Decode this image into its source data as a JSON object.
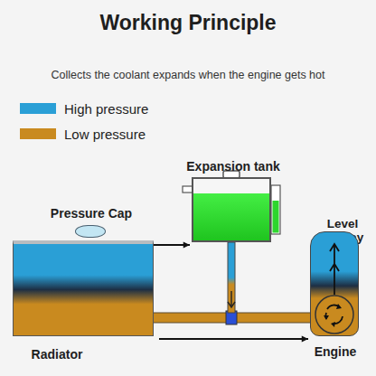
{
  "diagram": {
    "title": "Working Principle",
    "nodes": [
      {
        "text": [
          "Pressure Cap"
        ]
      },
      {
        "text": [
          "Expansion tank"
        ]
      },
      {
        "text": [
          "Radiator"
        ]
      },
      {
        "text": [
          "Engine"
        ]
      }
    ],
    "edges": [
      {
        "from": 0,
        "to": 1,
        "arrow": "to"
      },
      {
        "from": 2,
        "to": 3,
        "arrow": "to"
      }
    ],
    "labels": [
      "Collects the coolant expands when the engine gets hot",
      "Level display"
    ],
    "legend": [
      {
        "text": "High pressure",
        "color": "#2a9fd6"
      },
      {
        "text": "Low pressure",
        "color": "#c98a1f"
      }
    ]
  }
}
